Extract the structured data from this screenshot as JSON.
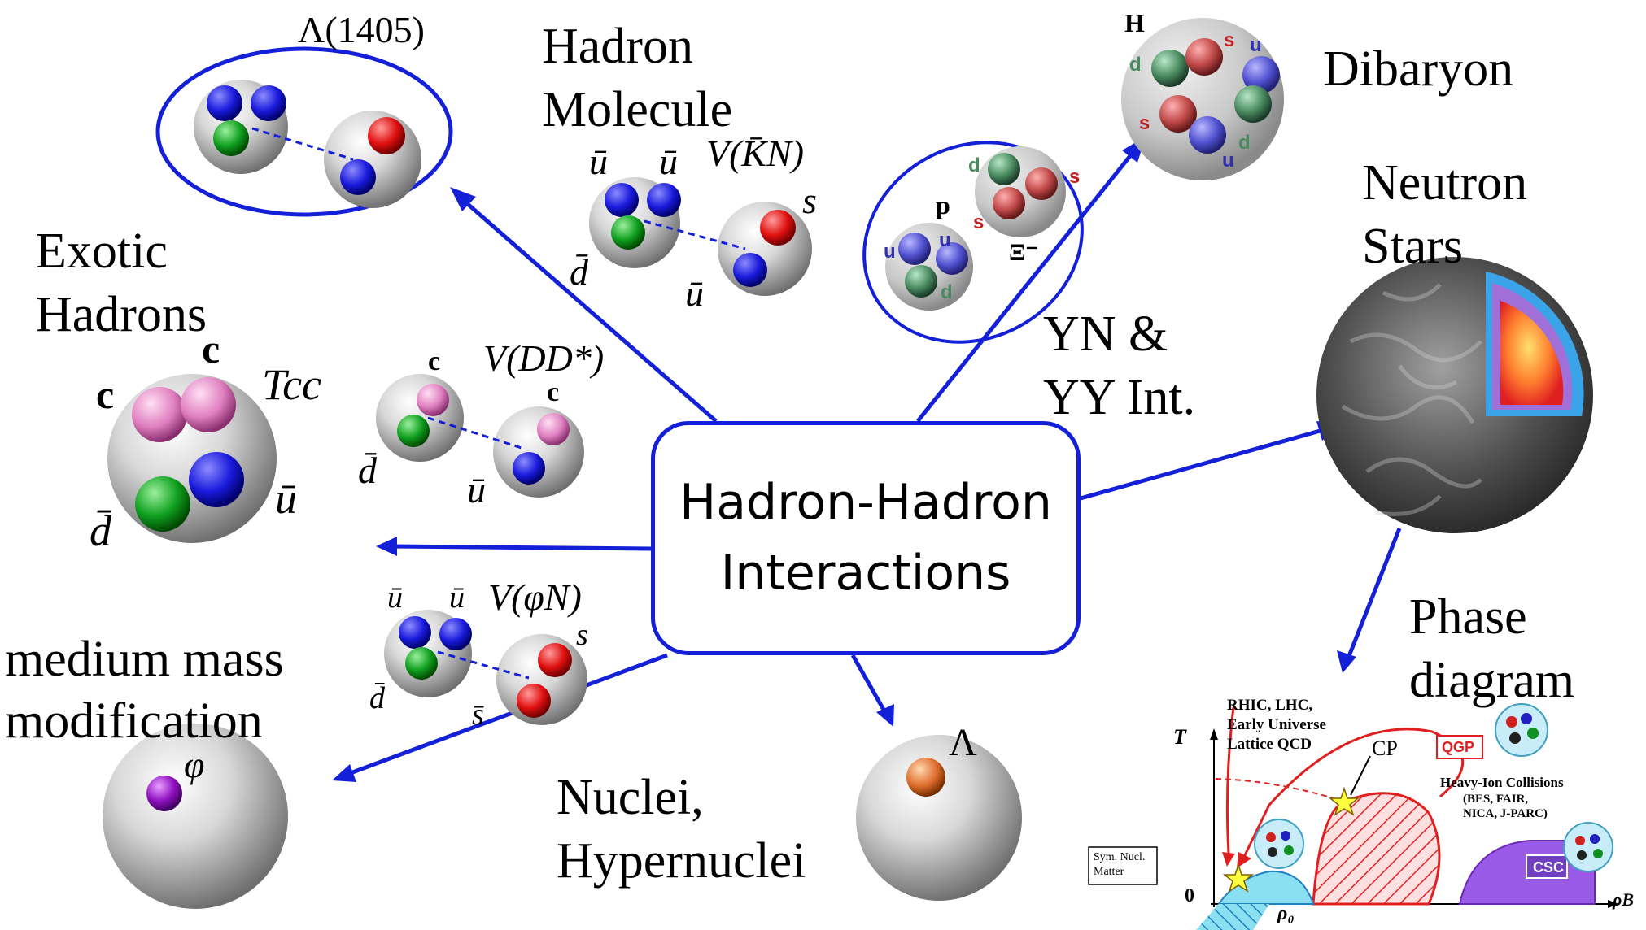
{
  "center": {
    "line1": "Hadron-Hadron",
    "line2": "Interactions"
  },
  "labels": {
    "lambda1405": "Λ(1405)",
    "hadron_molecule_1": "Hadron",
    "hadron_molecule_2": "Molecule",
    "vkn": "V(K̄N)",
    "dibaryon": "Dibaryon",
    "h": "H",
    "neutron_1": "Neutron",
    "neutron_2": "Stars",
    "exotic_1": "Exotic",
    "exotic_2": "Hadrons",
    "tcc": "Tcc",
    "vdd": "V(DD*)",
    "yn_1": "YN &",
    "yn_2": "YY Int.",
    "phase_1": "Phase",
    "phase_2": "diagram",
    "medium_1": "medium mass",
    "medium_2": "modification",
    "vphin": "V(φN)",
    "nuclei_1": "Nuclei,",
    "nuclei_2": "Hypernuclei",
    "lambda": "Λ",
    "phi": "φ",
    "xi": "Ξ⁻",
    "p": "p"
  },
  "quarks": {
    "ubar": "ū",
    "dbar": "d̄",
    "s": "s",
    "sbar": "s̄",
    "c": "c",
    "u": "u",
    "d": "d"
  },
  "phase_diagram": {
    "rhic": "RHIC, LHC,",
    "early": "Early Universe",
    "lattice": "Lattice QCD",
    "cp": "CP",
    "qgp": "QGP",
    "heavy_ion": "Heavy-Ion Collisions",
    "facilities_1": "(BES, FAIR,",
    "facilities_2": "NICA, J-PARC)",
    "csc": "CSC",
    "sym_1": "Sym. Nucl.",
    "sym_2": "Matter",
    "t_axis": "T",
    "zero": "0",
    "rho0": "ρ₀",
    "rhob": "ρB"
  },
  "colors": {
    "arrow": "#1420d8",
    "ellipse": "#1420d8",
    "quark_blue": "#1a1adc",
    "quark_red": "#e01010",
    "quark_green": "#10a020",
    "quark_pink": "#e080c0",
    "quark_purple": "#9010c0",
    "quark_orange": "#e07030",
    "qgp_red": "#e02020",
    "csc_purple": "#8a2be2",
    "hadron_cyan": "#40c8e0"
  }
}
